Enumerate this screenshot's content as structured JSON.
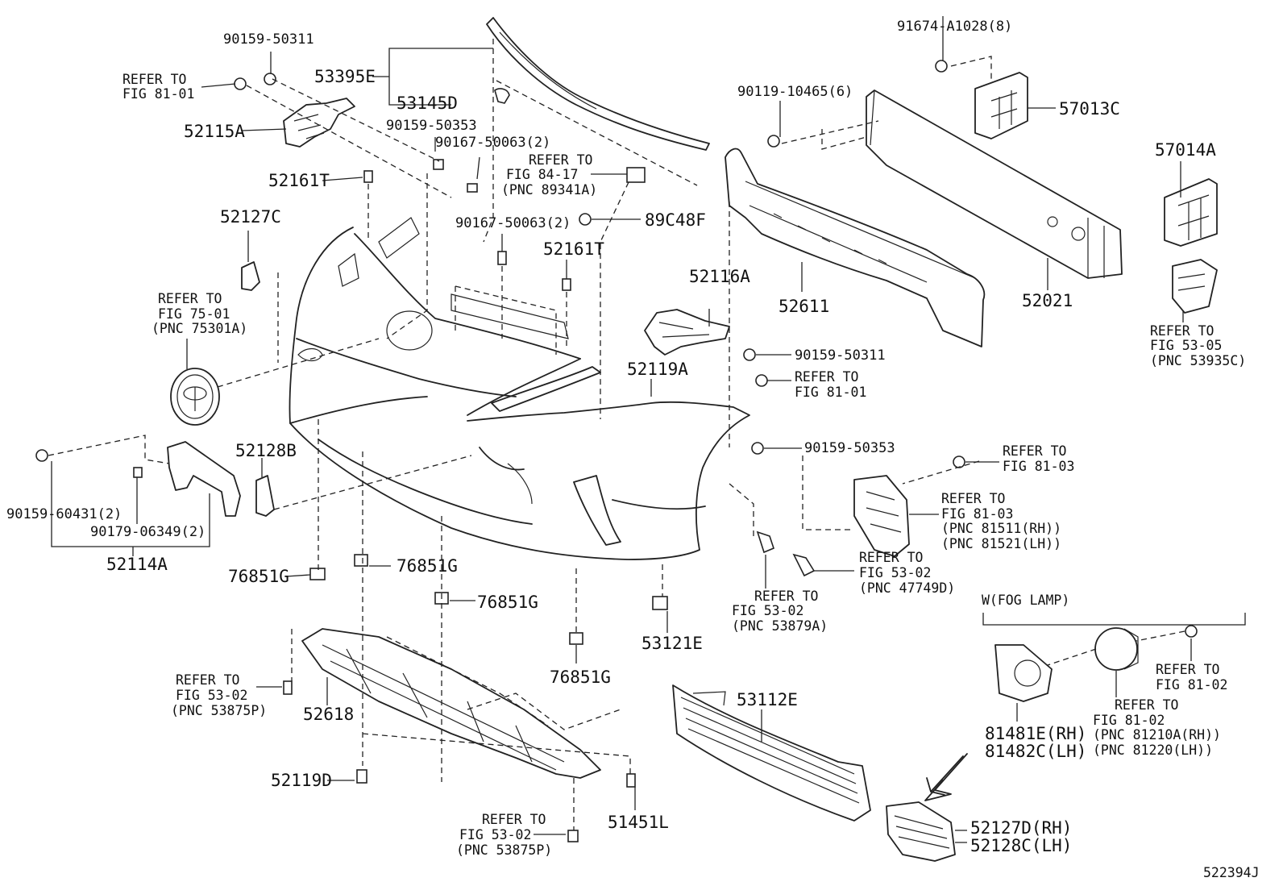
{
  "labels": {
    "p90159_50311_top": "90159-50311",
    "refer_81_01_top_a": "REFER TO",
    "refer_81_01_top_b": "FIG 81-01",
    "p53395E": "53395E",
    "p53145D": "53145D",
    "p52115A": "52115A",
    "p90159_50353_top": "90159-50353",
    "p90167_50063_2_a": "90167-50063(2)",
    "refer_84_17_a": "REFER TO",
    "refer_84_17_b": "FIG 84-17",
    "refer_84_17_c": "(PNC 89341A)",
    "p52161T_a": "52161T",
    "p52127C": "52127C",
    "p90167_50063_2_b": "90167-50063(2)",
    "p89C48F": "89C48F",
    "p52161T_b": "52161T",
    "refer_75_01_a": "REFER TO",
    "refer_75_01_b": "FIG 75-01",
    "refer_75_01_c": "(PNC 75301A)",
    "p91674_A1028_8": "91674-A1028(8)",
    "p57013C": "57013C",
    "p90119_10465_6": "90119-10465(6)",
    "p57014A": "57014A",
    "p52611": "52611",
    "p52021": "52021",
    "refer_53_05_a": "REFER TO",
    "refer_53_05_b": "FIG 53-05",
    "refer_53_05_c": "(PNC 53935C)",
    "p52116A": "52116A",
    "p90159_50311_mid": "90159-50311",
    "refer_81_01_mid_a": "REFER TO",
    "refer_81_01_mid_b": "FIG 81-01",
    "p52119A": "52119A",
    "p90159_50353_mid": "90159-50353",
    "refer_81_03_a": "REFER TO",
    "refer_81_03_b": "FIG 81-03",
    "refer_81_03_lamp_a": "REFER TO",
    "refer_81_03_lamp_b": "FIG 81-03",
    "refer_81_03_lamp_c": "(PNC 81511(RH))",
    "refer_81_03_lamp_d": "(PNC 81521(LH))",
    "p52128B": "52128B",
    "p90159_60431_2": "90159-60431(2)",
    "p90179_06349_2": "90179-06349(2)",
    "p52114A": "52114A",
    "refer_53_02_47749_a": "REFER TO",
    "refer_53_02_47749_b": "FIG 53-02",
    "refer_53_02_47749_c": "(PNC 47749D)",
    "refer_53_02_53879_a": "REFER TO",
    "refer_53_02_53879_b": "FIG 53-02",
    "refer_53_02_53879_c": "(PNC 53879A)",
    "p76851G_1": "76851G",
    "p76851G_2": "76851G",
    "p76851G_3": "76851G",
    "p76851G_4": "76851G",
    "p53121E": "53121E",
    "fog_lamp_header": "W(FOG LAMP)",
    "refer_81_02_a": "REFER TO",
    "refer_81_02_b": "FIG 81-02",
    "refer_81_02_fog_a": "REFER TO",
    "refer_81_02_fog_b": "FIG 81-02",
    "refer_81_02_fog_c": "(PNC 81210A(RH))",
    "refer_81_02_fog_d": "(PNC 81220(LH))",
    "p81481E_RH": "81481E(RH)",
    "p81482C_LH": "81482C(LH)",
    "refer_53_02_53875P_a": "REFER TO",
    "refer_53_02_53875P_b": "FIG 53-02",
    "refer_53_02_53875P_c": "(PNC 53875P)",
    "p52618": "52618",
    "p53112E": "53112E",
    "p52119D": "52119D",
    "p51451L": "51451L",
    "refer_53_02_53875P_bot_a": "REFER TO",
    "refer_53_02_53875P_bot_b": "FIG 53-02",
    "refer_53_02_53875P_bot_c": "(PNC 53875P)",
    "p52127D_RH": "52127D(RH)",
    "p52128C_LH": "52128C(LH)",
    "figure_id": "522394J"
  }
}
